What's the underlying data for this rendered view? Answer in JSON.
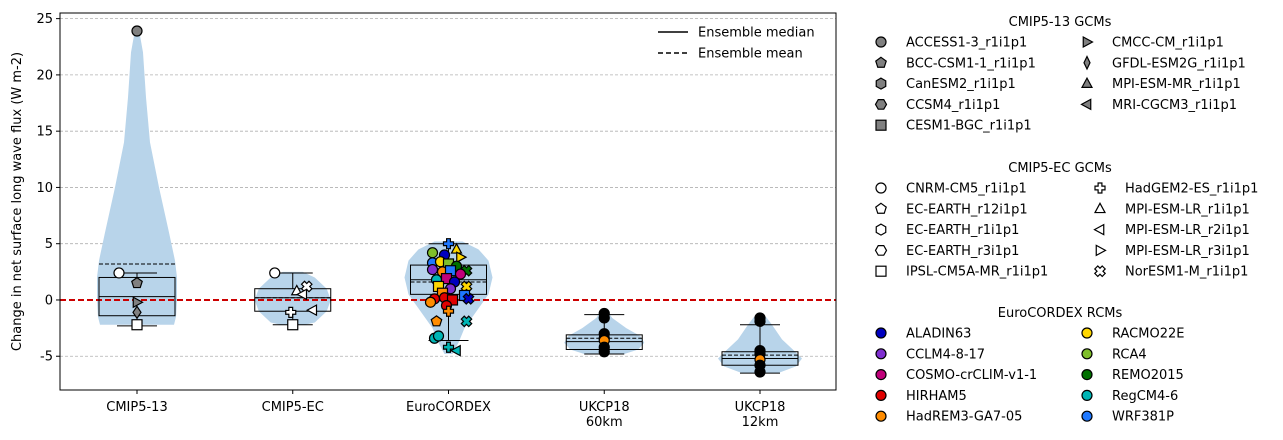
{
  "chart_data": {
    "type": "box-violin",
    "title": "",
    "xlabel": "",
    "ylabel": "Change in net surface long wave flux (W m-2)",
    "ylim": [
      -8,
      25.5
    ],
    "yticks": [
      -5,
      0,
      5,
      10,
      15,
      20,
      25
    ],
    "grid": "horizontal dashed",
    "zero_line_color": "#cc0000",
    "violin_color": "#b8d4ea",
    "categories": [
      "CMIP5-13",
      "CMIP5-EC",
      "EuroCORDEX",
      "UKCP18\n60km",
      "UKCP18\n12km"
    ],
    "groups": [
      {
        "category": "CMIP5-13",
        "violin_min": -2.2,
        "violin_max": 24.0,
        "box": {
          "q1": -1.4,
          "median": 0.3,
          "q3": 2.0,
          "whisker_low": -2.3,
          "whisker_high": 2.4,
          "mean": 3.2
        }
      },
      {
        "category": "CMIP5-EC",
        "violin_min": -2.2,
        "violin_max": 2.5,
        "box": {
          "q1": -1.0,
          "median": 0.2,
          "q3": 1.0,
          "whisker_low": -2.2,
          "whisker_high": 2.4,
          "mean": 0.2
        }
      },
      {
        "category": "EuroCORDEX",
        "violin_min": -4.8,
        "violin_max": 5.2,
        "box": {
          "q1": 0.5,
          "median": 1.8,
          "q3": 3.1,
          "whisker_low": -3.6,
          "whisker_high": 5.0,
          "mean": 1.6
        }
      },
      {
        "category": "UKCP18 60km",
        "violin_min": -4.8,
        "violin_max": -1.1,
        "box": {
          "q1": -4.4,
          "median": -3.7,
          "q3": -3.1,
          "whisker_low": -4.8,
          "whisker_high": -1.3,
          "mean": -3.4
        }
      },
      {
        "category": "UKCP18 12km",
        "violin_min": -6.5,
        "violin_max": -1.5,
        "box": {
          "q1": -5.8,
          "median": -5.2,
          "q3": -4.6,
          "whisker_low": -6.5,
          "whisker_high": -2.2,
          "mean": -4.9
        }
      }
    ],
    "points": [
      {
        "group": 0,
        "dx": 0,
        "y": 23.9,
        "marker": "circle",
        "fill": "#808080",
        "name": "ACCESS1-3_r1i1p1"
      },
      {
        "group": 0,
        "dx": 0,
        "y": 1.5,
        "marker": "pentagon",
        "fill": "#808080",
        "name": "BCC-CSM1-1_r1i1p1"
      },
      {
        "group": 0,
        "dx": 0,
        "y": -0.2,
        "marker": "tri-right",
        "fill": "#808080",
        "name": "CMCC-CM_r1i1p1"
      },
      {
        "group": 0,
        "dx": 0,
        "y": -1.1,
        "marker": "diamond",
        "fill": "#808080",
        "name": "GFDL-ESM2G_r1i1p1"
      },
      {
        "group": 0,
        "dx": 0,
        "y": -2.2,
        "marker": "square",
        "fill": "#ffffff",
        "name": "IPSL-CM5A-MR_r1i1p1"
      },
      {
        "group": 0,
        "dx": -18,
        "y": 2.4,
        "marker": "circle",
        "fill": "#ffffff",
        "name": "CNRM-CM5_r1i1p1"
      },
      {
        "group": 1,
        "dx": -18,
        "y": 2.4,
        "marker": "circle",
        "fill": "#ffffff",
        "name": "CNRM-CM5_r1i1p1"
      },
      {
        "group": 1,
        "dx": 14,
        "y": 1.2,
        "marker": "cross",
        "fill": "#ffffff",
        "name": "NorESM1-M_r1i1p1"
      },
      {
        "group": 1,
        "dx": 4,
        "y": 0.8,
        "marker": "tri-up",
        "fill": "#ffffff",
        "name": "MPI-ESM-LR_r1i1p1"
      },
      {
        "group": 1,
        "dx": 10,
        "y": 0.5,
        "marker": "tri-left",
        "fill": "#ffffff",
        "name": "MPI-ESM-LR_r2i1p1"
      },
      {
        "group": 1,
        "dx": 20,
        "y": -0.9,
        "marker": "tri-left",
        "fill": "#ffffff",
        "name": "MPI-ESM-LR_r2i1p1"
      },
      {
        "group": 1,
        "dx": -2,
        "y": -1.1,
        "marker": "plus",
        "fill": "#ffffff",
        "name": "HadGEM2-ES_r1i1p1"
      },
      {
        "group": 1,
        "dx": 0,
        "y": -2.2,
        "marker": "square",
        "fill": "#ffffff",
        "name": "IPSL-CM5A-MR_r1i1p1"
      },
      {
        "group": 2,
        "dx": 0,
        "y": 5.0,
        "marker": "plus",
        "fill": "#1f78ff",
        "name": "WRF381P"
      },
      {
        "group": 2,
        "dx": 8,
        "y": 4.5,
        "marker": "tri-up",
        "fill": "#ffd700",
        "name": "RACMO22E"
      },
      {
        "group": 2,
        "dx": -16,
        "y": 4.2,
        "marker": "circle",
        "fill": "#7fbf2a",
        "name": "RCA4"
      },
      {
        "group": 2,
        "dx": -4,
        "y": 4.0,
        "marker": "circle",
        "fill": "#0000c0",
        "name": "ALADIN63"
      },
      {
        "group": 2,
        "dx": 12,
        "y": 3.8,
        "marker": "tri-right",
        "fill": "#ffd700",
        "name": "RACMO22E"
      },
      {
        "group": 2,
        "dx": -16,
        "y": 3.3,
        "marker": "circle",
        "fill": "#1f78ff",
        "name": "WRF381P"
      },
      {
        "group": 2,
        "dx": -8,
        "y": 3.4,
        "marker": "circle",
        "fill": "#ffd700",
        "name": "RACMO22E"
      },
      {
        "group": 2,
        "dx": 0,
        "y": 3.2,
        "marker": "square",
        "fill": "#7fbf2a",
        "name": "RCA4"
      },
      {
        "group": 2,
        "dx": 8,
        "y": 3.0,
        "marker": "circle",
        "fill": "#007000",
        "name": "REMO2015"
      },
      {
        "group": 2,
        "dx": 18,
        "y": 2.6,
        "marker": "cross",
        "fill": "#007000",
        "name": "REMO2015"
      },
      {
        "group": 2,
        "dx": -16,
        "y": 2.7,
        "marker": "circle",
        "fill": "#7f2fd0",
        "name": "CCLM4-8-17"
      },
      {
        "group": 2,
        "dx": -6,
        "y": 2.5,
        "marker": "circle",
        "fill": "#ff8c00",
        "name": "HadREM3-GA7-05"
      },
      {
        "group": 2,
        "dx": 2,
        "y": 2.6,
        "marker": "square",
        "fill": "#1f78ff",
        "name": "WRF381P"
      },
      {
        "group": 2,
        "dx": 12,
        "y": 2.3,
        "marker": "circle",
        "fill": "#c0007a",
        "name": "COSMO-crCLIM-v1-1"
      },
      {
        "group": 2,
        "dx": -12,
        "y": 1.8,
        "marker": "circle",
        "fill": "#00b5b5",
        "name": "RegCM4-6"
      },
      {
        "group": 2,
        "dx": -2,
        "y": 1.9,
        "marker": "square",
        "fill": "#c0007a",
        "name": "COSMO-crCLIM-v1-1"
      },
      {
        "group": 2,
        "dx": 6,
        "y": 1.6,
        "marker": "circle",
        "fill": "#0000c0",
        "name": "ALADIN63"
      },
      {
        "group": 2,
        "dx": -10,
        "y": 1.2,
        "marker": "square",
        "fill": "#ffd700",
        "name": "RACMO22E"
      },
      {
        "group": 2,
        "dx": 18,
        "y": 1.2,
        "marker": "cross",
        "fill": "#ffd700",
        "name": "RACMO22E"
      },
      {
        "group": 2,
        "dx": 2,
        "y": 1.0,
        "marker": "circle",
        "fill": "#7f2fd0",
        "name": "CCLM4-8-17"
      },
      {
        "group": 2,
        "dx": -6,
        "y": 0.6,
        "marker": "square",
        "fill": "#ff8c00",
        "name": "HadREM3-GA7-05"
      },
      {
        "group": 2,
        "dx": 16,
        "y": 0.4,
        "marker": "square",
        "fill": "#1f78ff",
        "name": "WRF381P"
      },
      {
        "group": 2,
        "dx": -14,
        "y": 0.1,
        "marker": "circle",
        "fill": "#e00000",
        "name": "HIRHAM5"
      },
      {
        "group": 2,
        "dx": 20,
        "y": 0.1,
        "marker": "cross",
        "fill": "#0000c0",
        "name": "ALADIN63"
      },
      {
        "group": 2,
        "dx": -4,
        "y": 0.2,
        "marker": "circle",
        "fill": "#e00000",
        "name": "HIRHAM5"
      },
      {
        "group": 2,
        "dx": 4,
        "y": 0.0,
        "marker": "square",
        "fill": "#e00000",
        "name": "HIRHAM5"
      },
      {
        "group": 2,
        "dx": -18,
        "y": -0.2,
        "marker": "circle",
        "fill": "#ff8c00",
        "name": "HadREM3-GA7-05"
      },
      {
        "group": 2,
        "dx": -2,
        "y": -0.5,
        "marker": "circle",
        "fill": "#e00000",
        "name": "HIRHAM5"
      },
      {
        "group": 2,
        "dx": 0,
        "y": -1.0,
        "marker": "plus",
        "fill": "#ff8c00",
        "name": "HadREM3-GA7-05"
      },
      {
        "group": 2,
        "dx": -12,
        "y": -1.9,
        "marker": "pentagon",
        "fill": "#ff8c00",
        "name": "HadREM3-GA7-05"
      },
      {
        "group": 2,
        "dx": 18,
        "y": -1.9,
        "marker": "cross",
        "fill": "#00b5b5",
        "name": "RegCM4-6"
      },
      {
        "group": 2,
        "dx": -14,
        "y": -3.4,
        "marker": "circle",
        "fill": "#00b5b5",
        "name": "RegCM4-6"
      },
      {
        "group": 2,
        "dx": -10,
        "y": -3.2,
        "marker": "circle",
        "fill": "#00b5b5",
        "name": "RegCM4-6"
      },
      {
        "group": 2,
        "dx": 0,
        "y": -4.2,
        "marker": "plus",
        "fill": "#00b5b5",
        "name": "RegCM4-6"
      },
      {
        "group": 2,
        "dx": 8,
        "y": -4.5,
        "marker": "tri-left",
        "fill": "#00b5b5",
        "name": "RegCM4-6"
      },
      {
        "group": 3,
        "dx": 0,
        "y": -1.2,
        "marker": "circle",
        "fill": "#000000",
        "name": "UKCP18 60km"
      },
      {
        "group": 3,
        "dx": 0,
        "y": -1.6,
        "marker": "circle",
        "fill": "#000000",
        "name": "UKCP18 60km"
      },
      {
        "group": 3,
        "dx": 0,
        "y": -3.0,
        "marker": "circle",
        "fill": "#000000",
        "name": "UKCP18 60km"
      },
      {
        "group": 3,
        "dx": 0,
        "y": -3.4,
        "marker": "circle",
        "fill": "#000000",
        "name": "UKCP18 60km"
      },
      {
        "group": 3,
        "dx": 0,
        "y": -3.6,
        "marker": "circle",
        "fill": "#ff8c00",
        "name": "UKCP18 60km"
      },
      {
        "group": 3,
        "dx": 0,
        "y": -4.2,
        "marker": "circle",
        "fill": "#000000",
        "name": "UKCP18 60km"
      },
      {
        "group": 3,
        "dx": 0,
        "y": -4.6,
        "marker": "circle",
        "fill": "#000000",
        "name": "UKCP18 60km"
      },
      {
        "group": 4,
        "dx": 0,
        "y": -1.6,
        "marker": "circle",
        "fill": "#000000",
        "name": "UKCP18 12km"
      },
      {
        "group": 4,
        "dx": 0,
        "y": -1.9,
        "marker": "circle",
        "fill": "#000000",
        "name": "UKCP18 12km"
      },
      {
        "group": 4,
        "dx": 0,
        "y": -4.5,
        "marker": "circle",
        "fill": "#000000",
        "name": "UKCP18 12km"
      },
      {
        "group": 4,
        "dx": 0,
        "y": -4.8,
        "marker": "circle",
        "fill": "#000000",
        "name": "UKCP18 12km"
      },
      {
        "group": 4,
        "dx": 0,
        "y": -5.3,
        "marker": "circle",
        "fill": "#ff8c00",
        "name": "UKCP18 12km"
      },
      {
        "group": 4,
        "dx": 0,
        "y": -5.8,
        "marker": "circle",
        "fill": "#000000",
        "name": "UKCP18 12km"
      },
      {
        "group": 4,
        "dx": 0,
        "y": -6.4,
        "marker": "circle",
        "fill": "#000000",
        "name": "UKCP18 12km"
      }
    ],
    "line_legend": [
      {
        "label": "Ensemble median",
        "style": "solid"
      },
      {
        "label": "Ensemble mean",
        "style": "dashed"
      }
    ],
    "legend_sections": [
      {
        "title": "CMIP5-13 GCMs",
        "columns": [
          [
            {
              "label": "ACCESS1-3_r1i1p1",
              "marker": "circle",
              "fill": "#808080"
            },
            {
              "label": "BCC-CSM1-1_r1i1p1",
              "marker": "pentagon",
              "fill": "#808080"
            },
            {
              "label": "CanESM2_r1i1p1",
              "marker": "hexagon",
              "fill": "#808080"
            },
            {
              "label": "CCSM4_r1i1p1",
              "marker": "hexagon2",
              "fill": "#808080"
            },
            {
              "label": "CESM1-BGC_r1i1p1",
              "marker": "square",
              "fill": "#808080"
            }
          ],
          [
            {
              "label": "CMCC-CM_r1i1p1",
              "marker": "tri-right",
              "fill": "#808080"
            },
            {
              "label": "GFDL-ESM2G_r1i1p1",
              "marker": "thin-diamond",
              "fill": "#808080"
            },
            {
              "label": "MPI-ESM-MR_r1i1p1",
              "marker": "tri-up",
              "fill": "#808080"
            },
            {
              "label": "MRI-CGCM3_r1i1p1",
              "marker": "tri-left",
              "fill": "#808080"
            }
          ]
        ]
      },
      {
        "title": "CMIP5-EC GCMs",
        "columns": [
          [
            {
              "label": "CNRM-CM5_r1i1p1",
              "marker": "circle",
              "fill": "#ffffff"
            },
            {
              "label": "EC-EARTH_r12i1p1",
              "marker": "pentagon",
              "fill": "#ffffff"
            },
            {
              "label": "EC-EARTH_r1i1p1",
              "marker": "hexagon",
              "fill": "#ffffff"
            },
            {
              "label": "EC-EARTH_r3i1p1",
              "marker": "hexagon2",
              "fill": "#ffffff"
            },
            {
              "label": "IPSL-CM5A-MR_r1i1p1",
              "marker": "square",
              "fill": "#ffffff"
            }
          ],
          [
            {
              "label": "HadGEM2-ES_r1i1p1",
              "marker": "plus",
              "fill": "#ffffff"
            },
            {
              "label": "MPI-ESM-LR_r1i1p1",
              "marker": "tri-up",
              "fill": "#ffffff"
            },
            {
              "label": "MPI-ESM-LR_r2i1p1",
              "marker": "tri-left",
              "fill": "#ffffff"
            },
            {
              "label": "MPI-ESM-LR_r3i1p1",
              "marker": "tri-right",
              "fill": "#ffffff"
            },
            {
              "label": "NorESM1-M_r1i1p1",
              "marker": "cross",
              "fill": "#ffffff"
            }
          ]
        ]
      },
      {
        "title": "EuroCORDEX RCMs",
        "columns": [
          [
            {
              "label": "ALADIN63",
              "marker": "circle",
              "fill": "#0000c0"
            },
            {
              "label": "CCLM4-8-17",
              "marker": "circle",
              "fill": "#7f2fd0"
            },
            {
              "label": "COSMO-crCLIM-v1-1",
              "marker": "circle",
              "fill": "#c0007a"
            },
            {
              "label": "HIRHAM5",
              "marker": "circle",
              "fill": "#e00000"
            },
            {
              "label": "HadREM3-GA7-05",
              "marker": "circle",
              "fill": "#ff8c00"
            }
          ],
          [
            {
              "label": "RACMO22E",
              "marker": "circle",
              "fill": "#ffd700"
            },
            {
              "label": "RCA4",
              "marker": "circle",
              "fill": "#7fbf2a"
            },
            {
              "label": "REMO2015",
              "marker": "circle",
              "fill": "#007000"
            },
            {
              "label": "RegCM4-6",
              "marker": "circle",
              "fill": "#00b5b5"
            },
            {
              "label": "WRF381P",
              "marker": "circle",
              "fill": "#1f78ff"
            }
          ]
        ]
      }
    ]
  }
}
